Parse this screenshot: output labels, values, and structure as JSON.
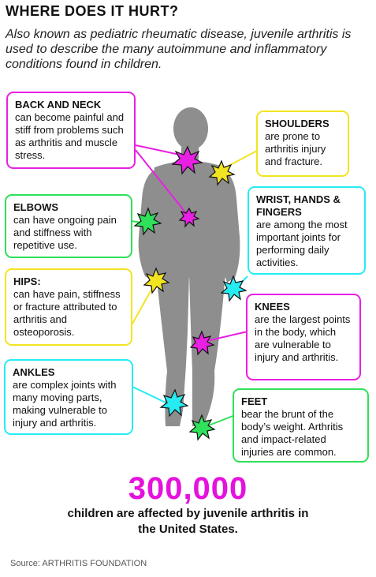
{
  "header": {
    "title": "WHERE DOES IT HURT?",
    "subtitle": "Also known as pediatric rheumatic disease, juvenile arthritis is used to describe the many autoimmune and inflammatory conditions found in children."
  },
  "callouts": {
    "back_neck": {
      "heading": "BACK AND NECK",
      "text": "can become painful and stiff from problems such as arthritis and muscle stress."
    },
    "shoulders": {
      "heading": "SHOULDERS",
      "text": "are prone to arthritis injury and fracture."
    },
    "elbows": {
      "heading": "ELBOWS",
      "text": "can have ongoing pain and stiffness with repetitive use."
    },
    "wrist": {
      "heading": "WRIST, HANDS & FINGERS",
      "text": "are among the most important joints for performing daily activities."
    },
    "hips": {
      "heading": "HIPS:",
      "text": "can have pain, stiffness or fracture attributed to arthritis and osteoporosis."
    },
    "knees": {
      "heading": "KNEES",
      "text": "are the largest points in the body, which are vulnerable to injury and arthritis."
    },
    "ankles": {
      "heading": "ANKLES",
      "text": "are complex joints with many moving parts, making vulnerable to injury and arthritis."
    },
    "feet": {
      "heading": "FEET",
      "text": "bear the brunt of the body’s weight. Arthritis and impact-related injuries are common."
    }
  },
  "stat": {
    "number": "300,000",
    "text": "children are affected by juvenile arthritis in the United States."
  },
  "source": "Source: ARTHRITIS FOUNDATION",
  "colors": {
    "magenta": "#e91fe3",
    "yellow": "#f3e421",
    "green": "#2fe05a",
    "cyan": "#25ecf2",
    "figure": "#8e8e8e"
  }
}
